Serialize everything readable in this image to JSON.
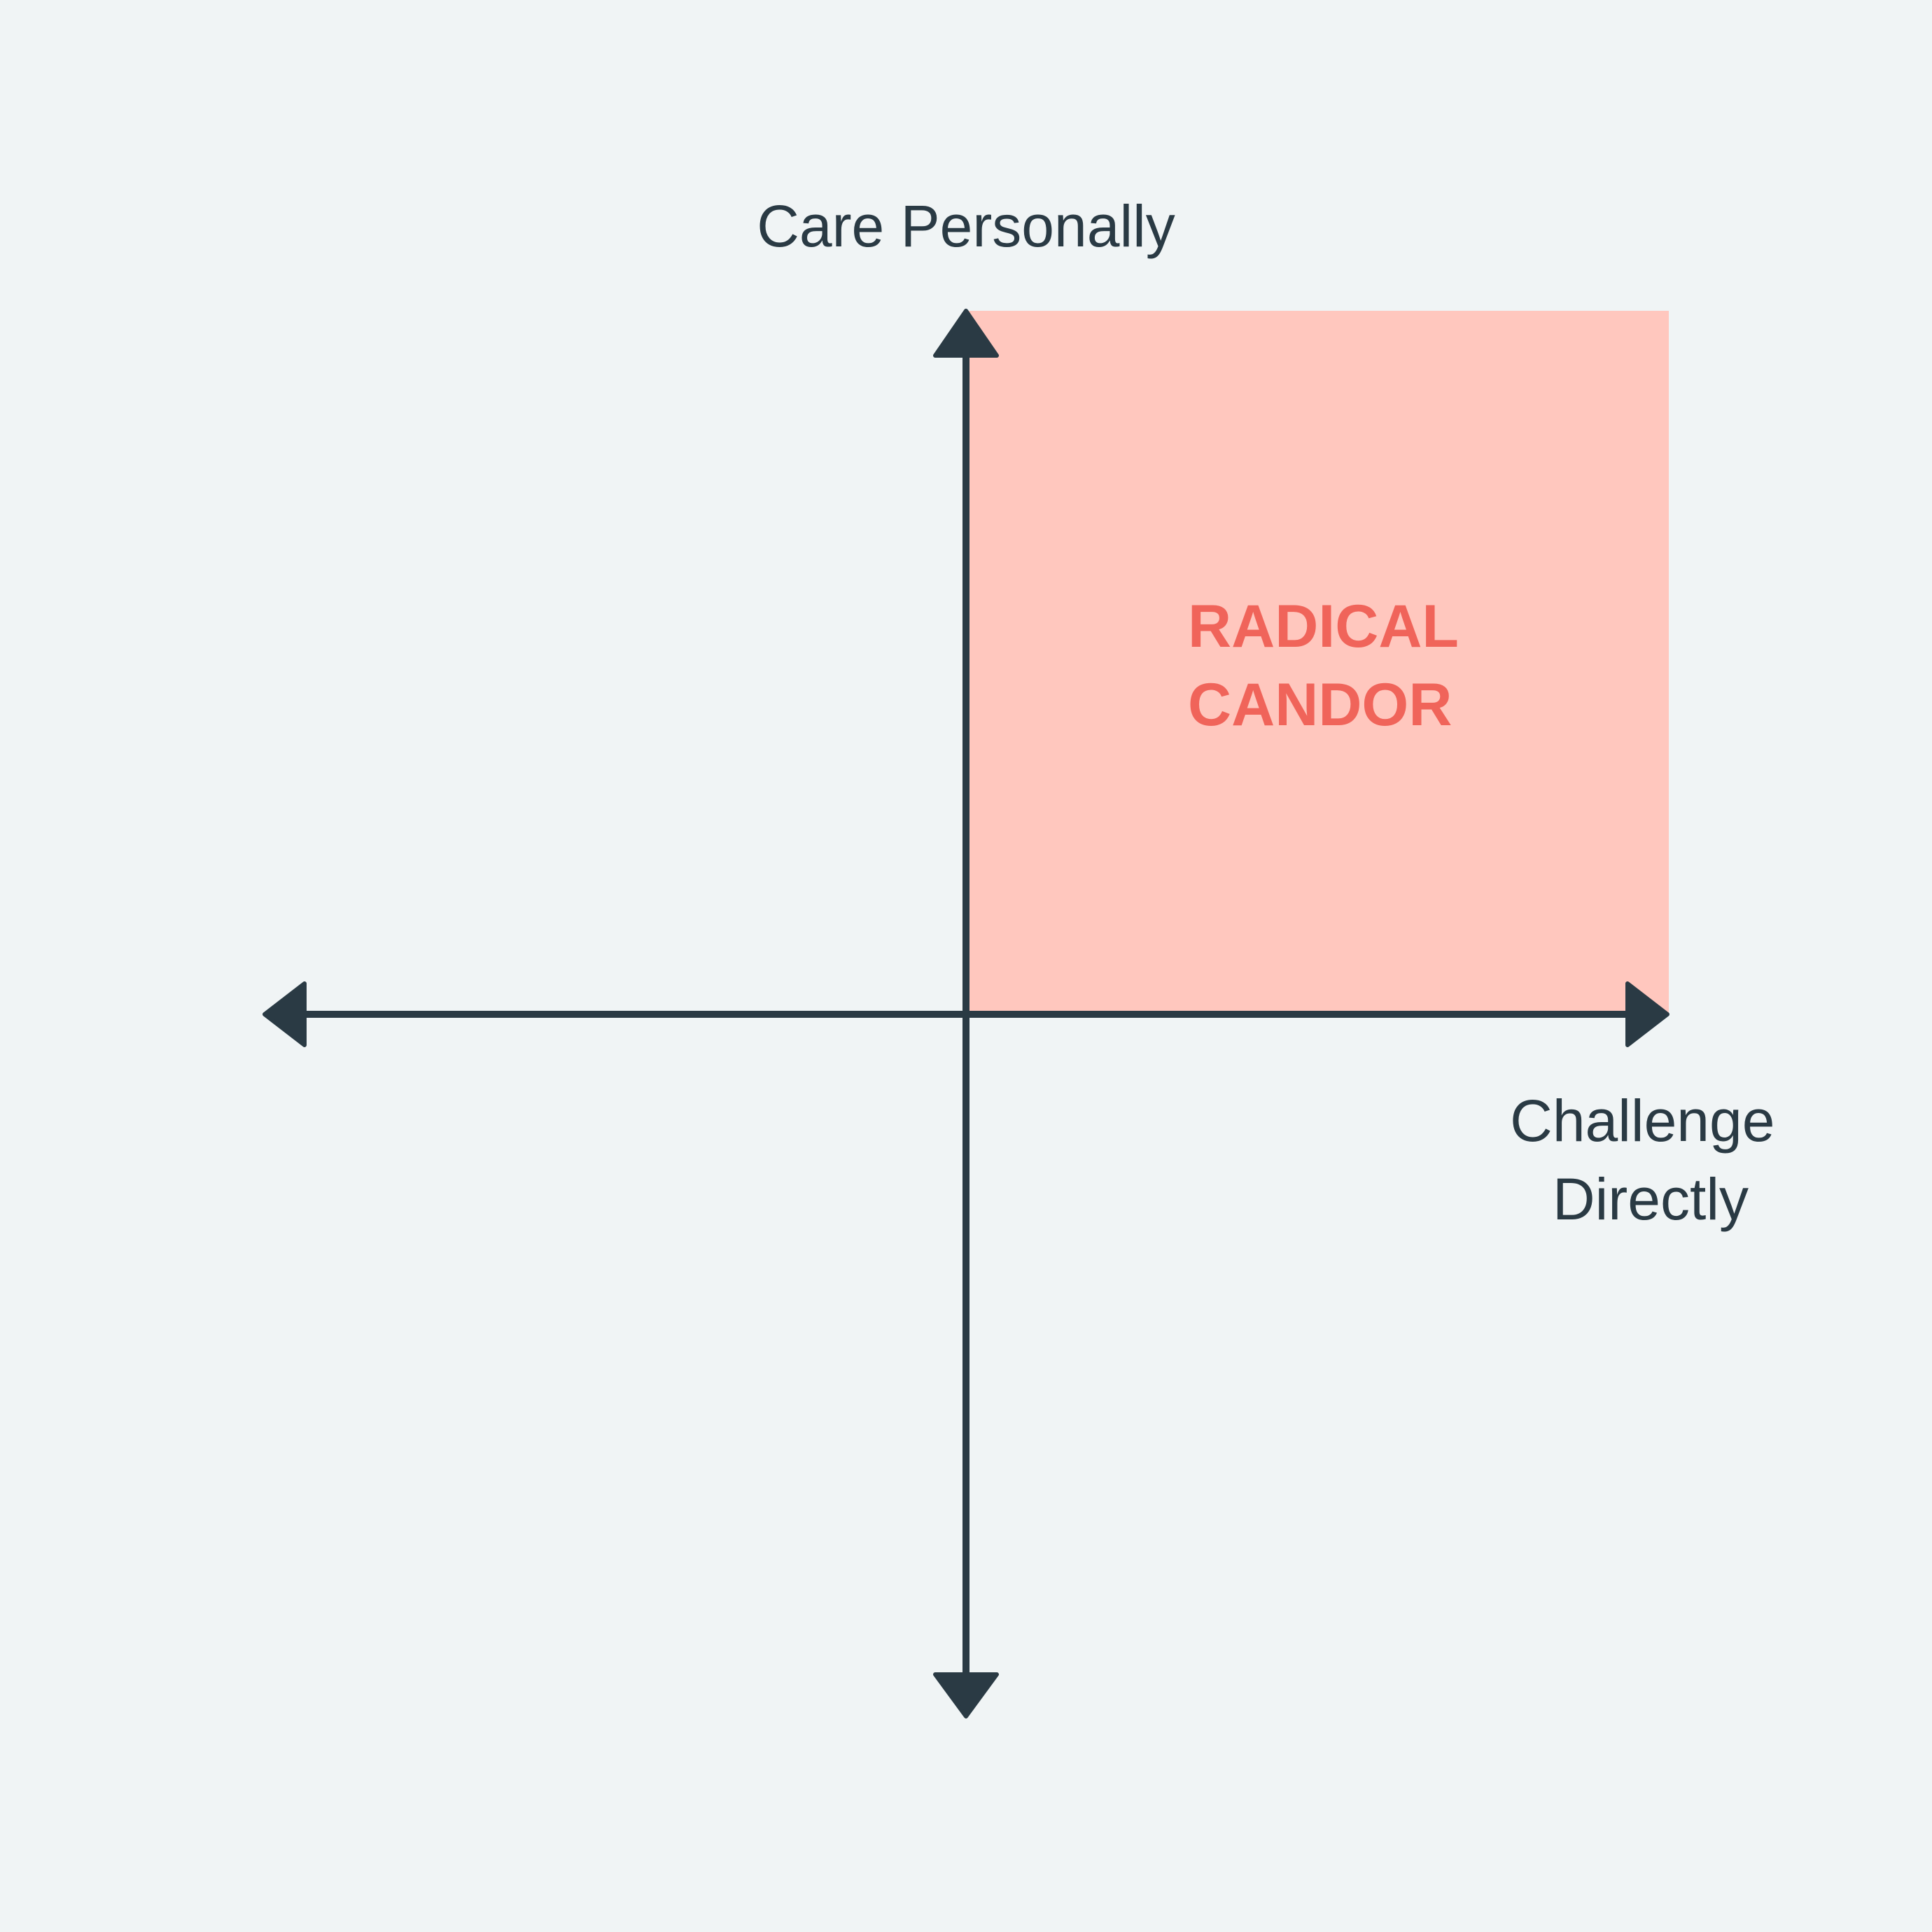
{
  "diagram": {
    "y_axis_label": "Care Personally",
    "x_axis_label_lines": [
      "Challenge",
      "Directly"
    ],
    "quadrant_label_lines": [
      "RADICAL",
      "CANDOR"
    ]
  },
  "colors": {
    "background": "#f0f4f5",
    "axis": "#2a3a44",
    "quadrant_fill": "#ffc7be",
    "quadrant_text": "#f0645a"
  }
}
